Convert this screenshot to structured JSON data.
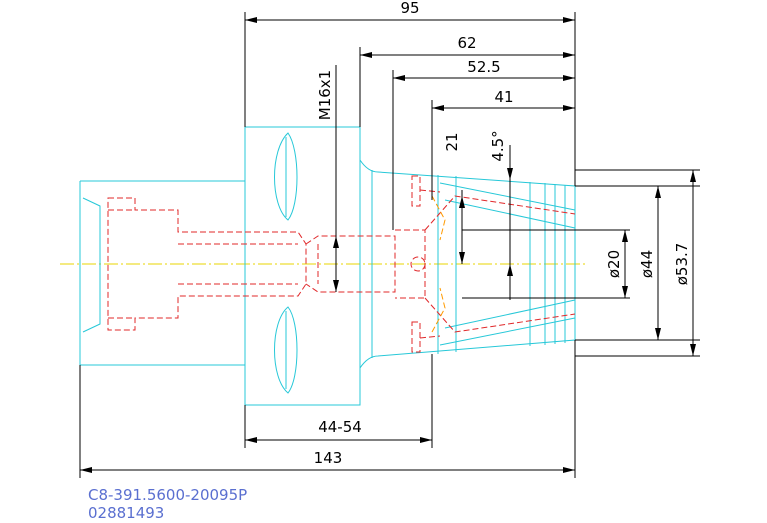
{
  "dimensions": {
    "overall_top": "95",
    "d62": "62",
    "d52_5": "52.5",
    "d41": "41",
    "d21": "21",
    "angle": "4.5°",
    "thread": "M16x1",
    "dia20": "ø20",
    "dia44": "ø44",
    "dia53_7": "ø53.7",
    "range": "44-54",
    "overall_bottom": "143"
  },
  "title_block": {
    "part_number": "C8-391.5600-20095P",
    "code": "02881493"
  },
  "colors": {
    "outline": "#27c8d8",
    "hidden": "#e0282a",
    "centerline": "#e8d400",
    "dimension": "#000000",
    "title": "#5a6fd0"
  }
}
